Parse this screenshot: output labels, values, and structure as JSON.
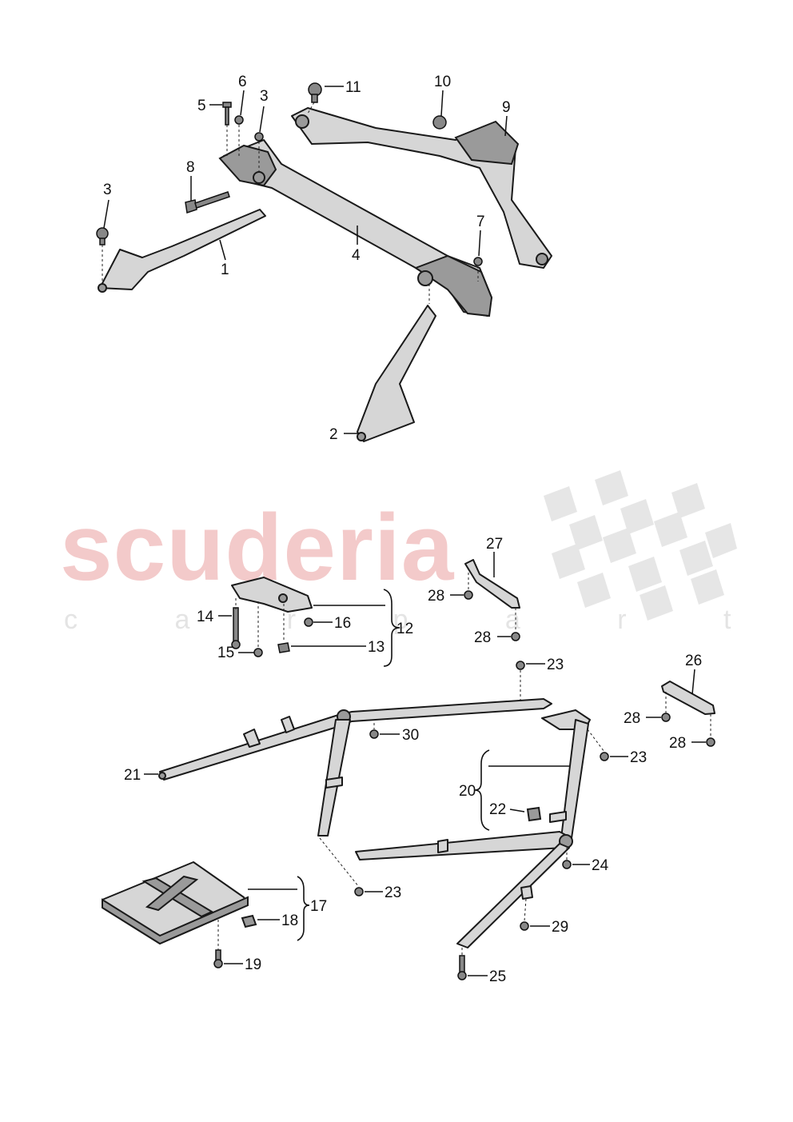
{
  "watermark": {
    "brand": "scuderia",
    "sub": "c a r p a r t s"
  },
  "callouts": {
    "n1": "1",
    "n2": "2",
    "n3a": "3",
    "n3b": "3",
    "n4": "4",
    "n5": "5",
    "n6": "6",
    "n7": "7",
    "n8": "8",
    "n9": "9",
    "n10": "10",
    "n11": "11",
    "n12": "12",
    "n13": "13",
    "n14": "14",
    "n15": "15",
    "n16": "16",
    "n17": "17",
    "n18": "18",
    "n19": "19",
    "n20": "20",
    "n21": "21",
    "n22": "22",
    "n23a": "23",
    "n23b": "23",
    "n23c": "23",
    "n24": "24",
    "n25": "25",
    "n26": "26",
    "n27": "27",
    "n28a": "28",
    "n28b": "28",
    "n28c": "28",
    "n28d": "28",
    "n29": "29",
    "n30": "30"
  }
}
